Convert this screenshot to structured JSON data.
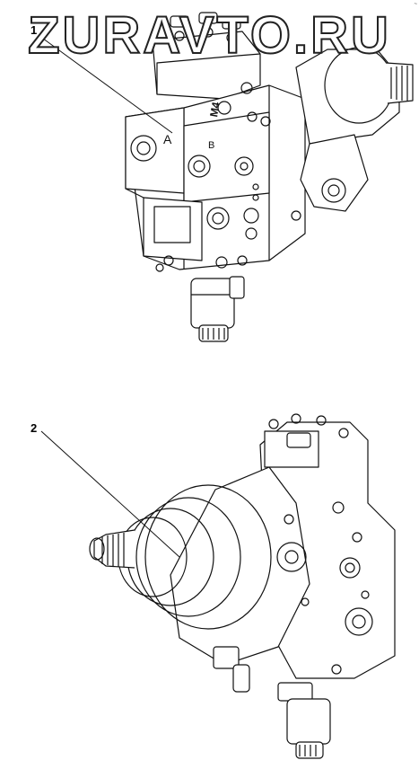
{
  "watermark": "ZURAVTO.RU",
  "callouts": [
    {
      "label": "1"
    },
    {
      "label": "2"
    }
  ],
  "part_markings": {
    "port_a": "A",
    "port_b": "B",
    "port_m4": "M4"
  },
  "corner_mark": "~"
}
